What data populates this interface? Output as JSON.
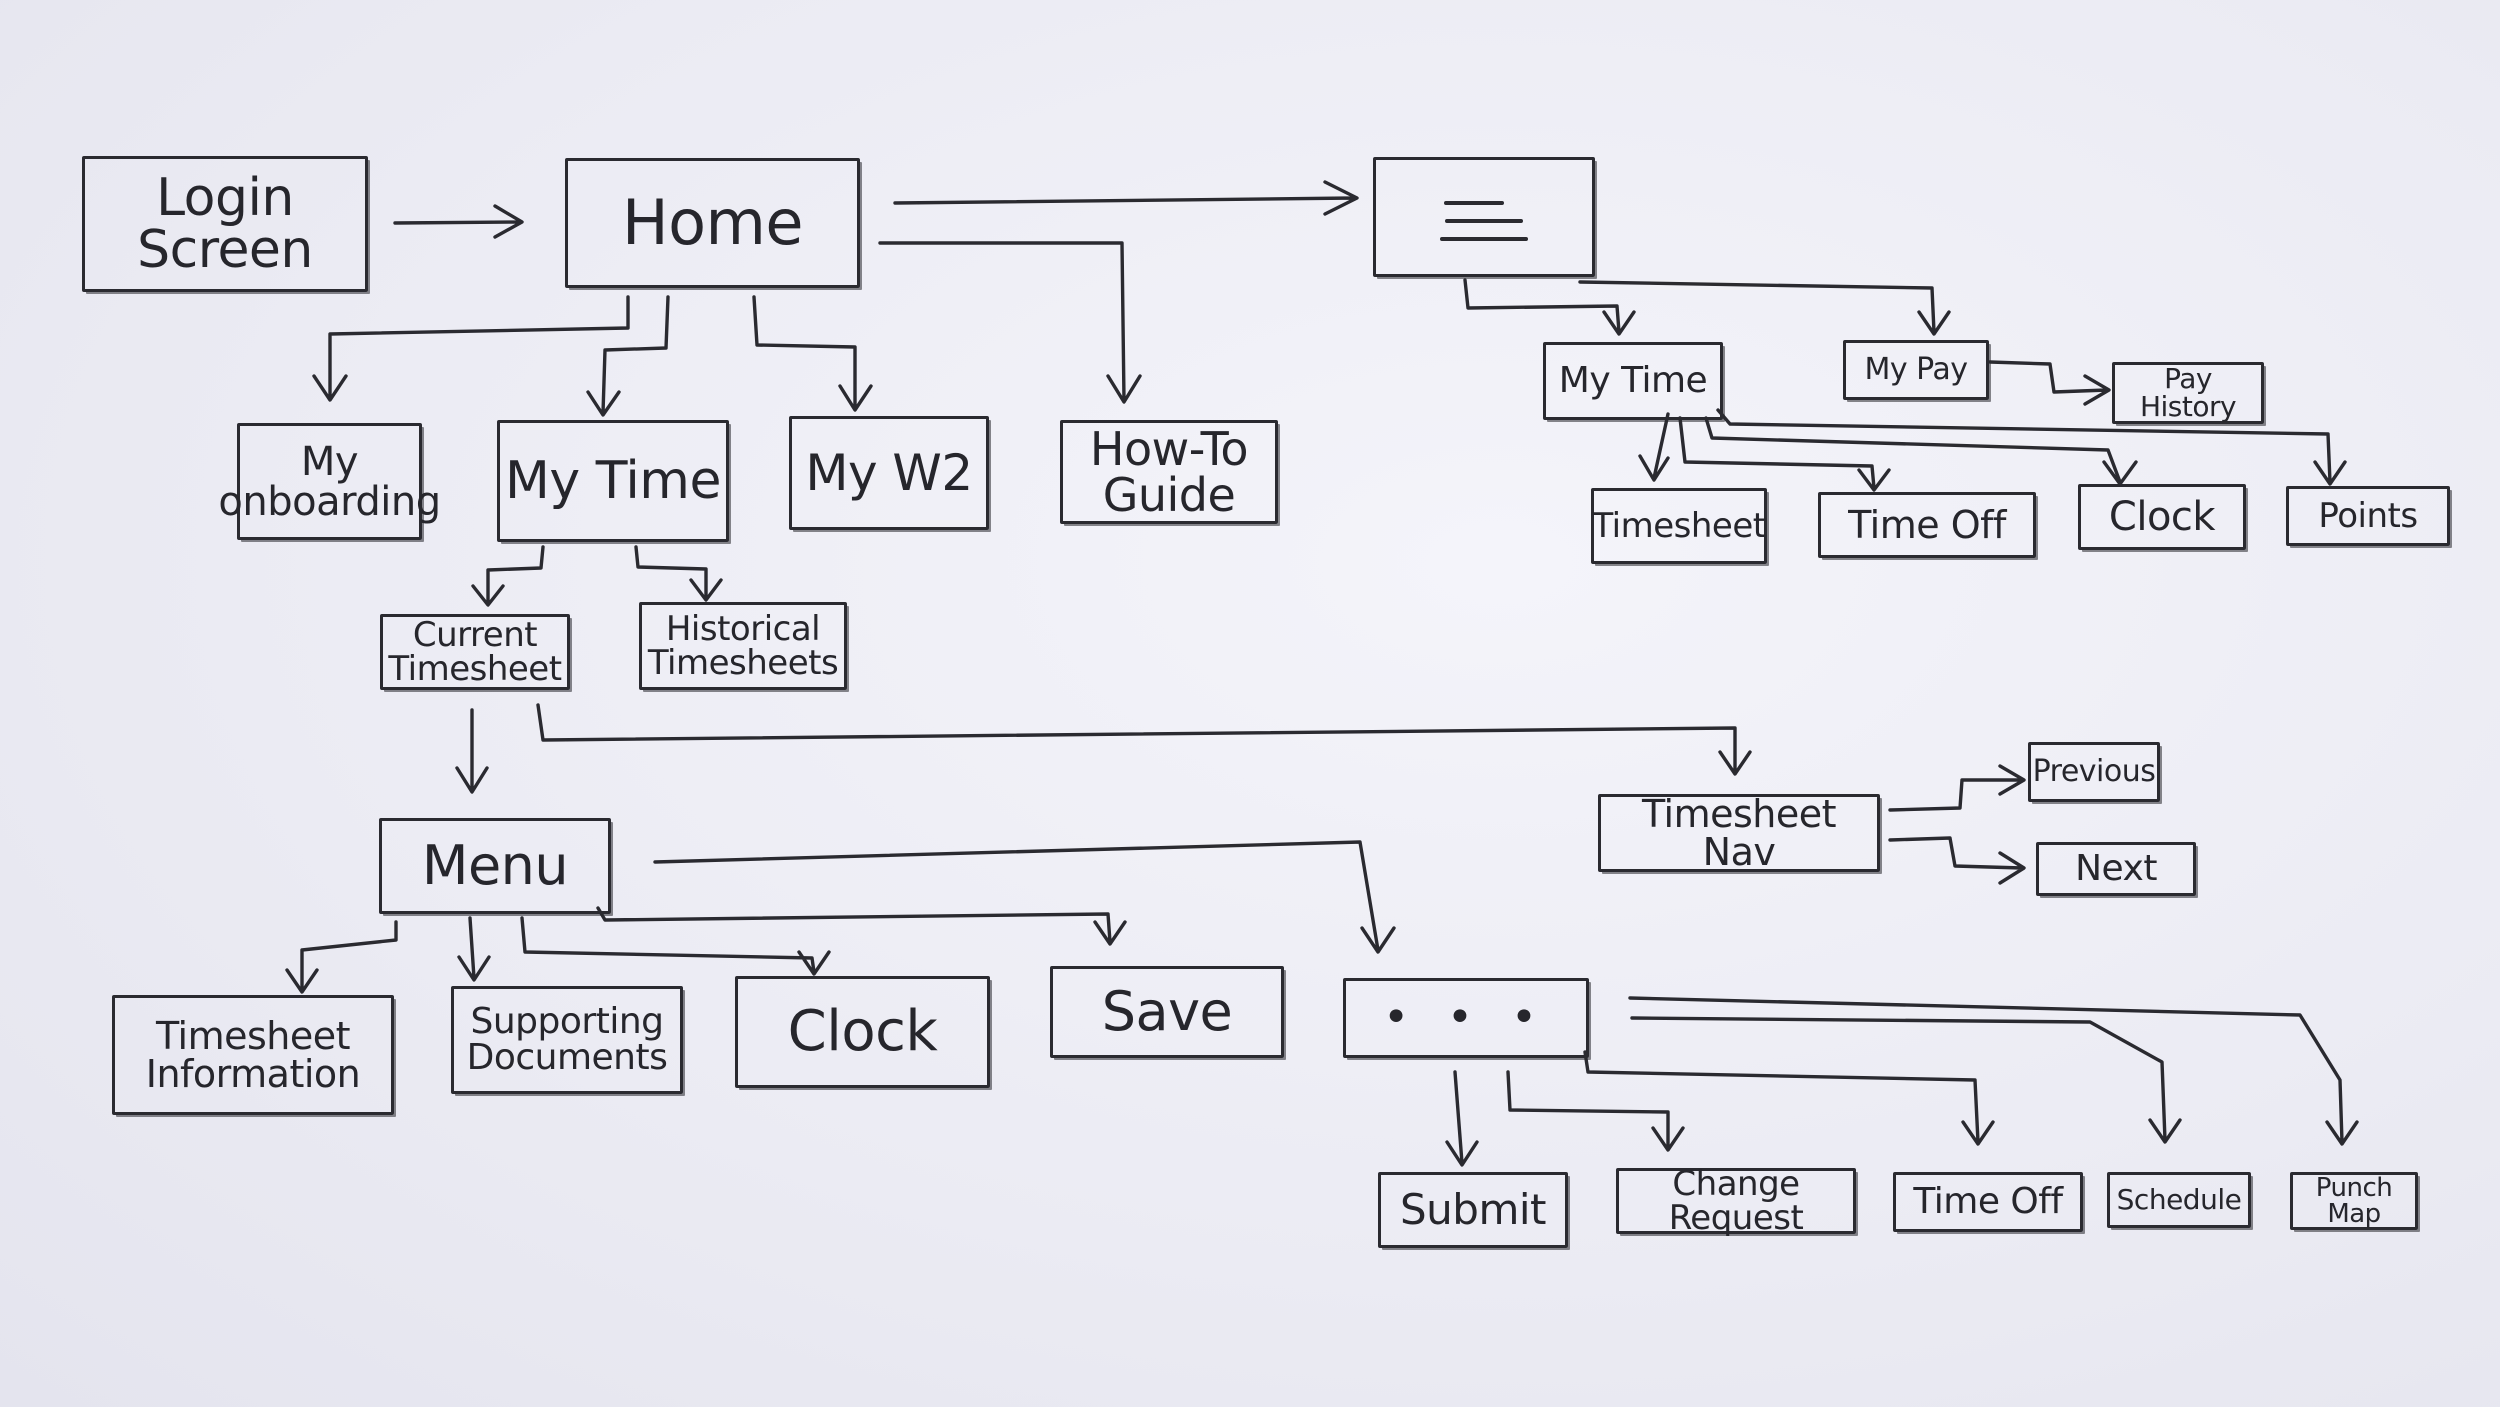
{
  "nodes": {
    "login": "Login Screen",
    "home": "Home",
    "my_onboarding": "My onboarding",
    "my_time": "My Time",
    "my_w2": "My W2",
    "how_to_guide": "How-To Guide",
    "current_timesheet": "Current Timesheet",
    "historical_timesheets": "Historical Timesheets",
    "menu": "Menu",
    "timesheet_information": "Timesheet Information",
    "supporting_documents": "Supporting Documents",
    "clock": "Clock",
    "save": "Save",
    "more": "• • •",
    "submit": "Submit",
    "change_request": "Change Request",
    "time_off": "Time Off",
    "schedule": "Schedule",
    "punch_map": "Punch Map",
    "timesheet_nav": "Timesheet Nav",
    "previous": "Previous",
    "next": "Next",
    "hamburger_menu": "hamburger-menu-icon",
    "side_my_time": "My Time",
    "side_my_pay": "My Pay",
    "pay_history": "Pay History",
    "side_timesheet": "Timesheet",
    "side_time_off": "Time Off",
    "side_clock": "Clock",
    "side_points": "Points"
  },
  "colors": {
    "ink": "#2a2a30",
    "paper": "#ecedf5"
  }
}
